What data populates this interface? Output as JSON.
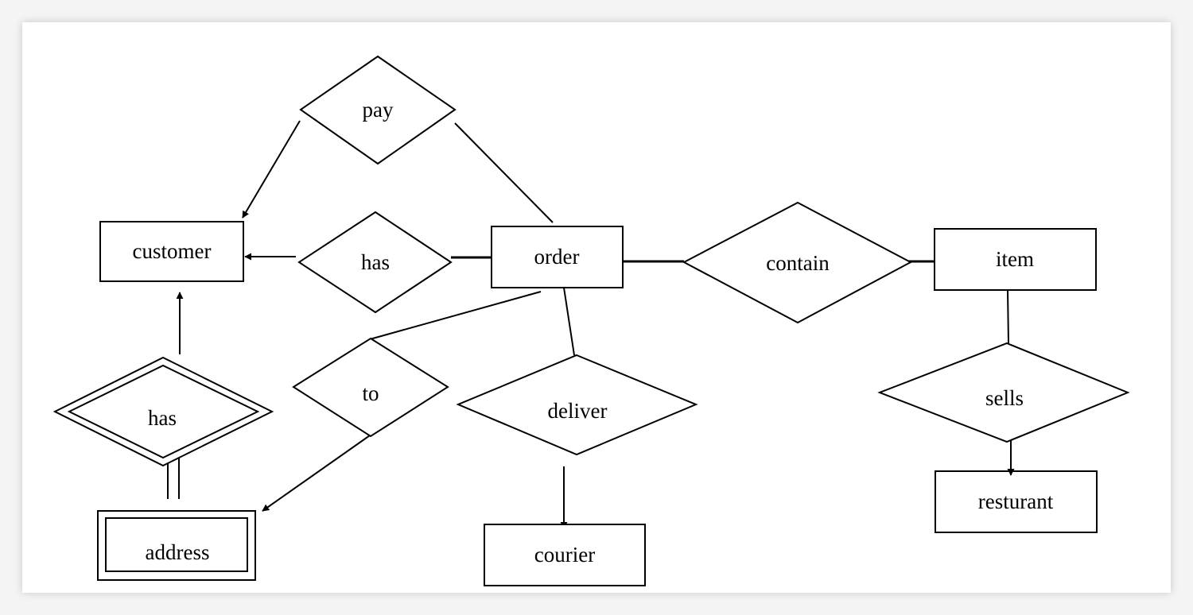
{
  "diagram": {
    "entities": {
      "customer": "customer",
      "order": "order",
      "item": "item",
      "address": "address",
      "courier": "courier",
      "resturant": "resturant"
    },
    "relationships": {
      "pay": "pay",
      "has_customer_order": "has",
      "contain": "contain",
      "has_weak": "has",
      "to": "to",
      "deliver": "deliver",
      "sells": "sells"
    }
  }
}
